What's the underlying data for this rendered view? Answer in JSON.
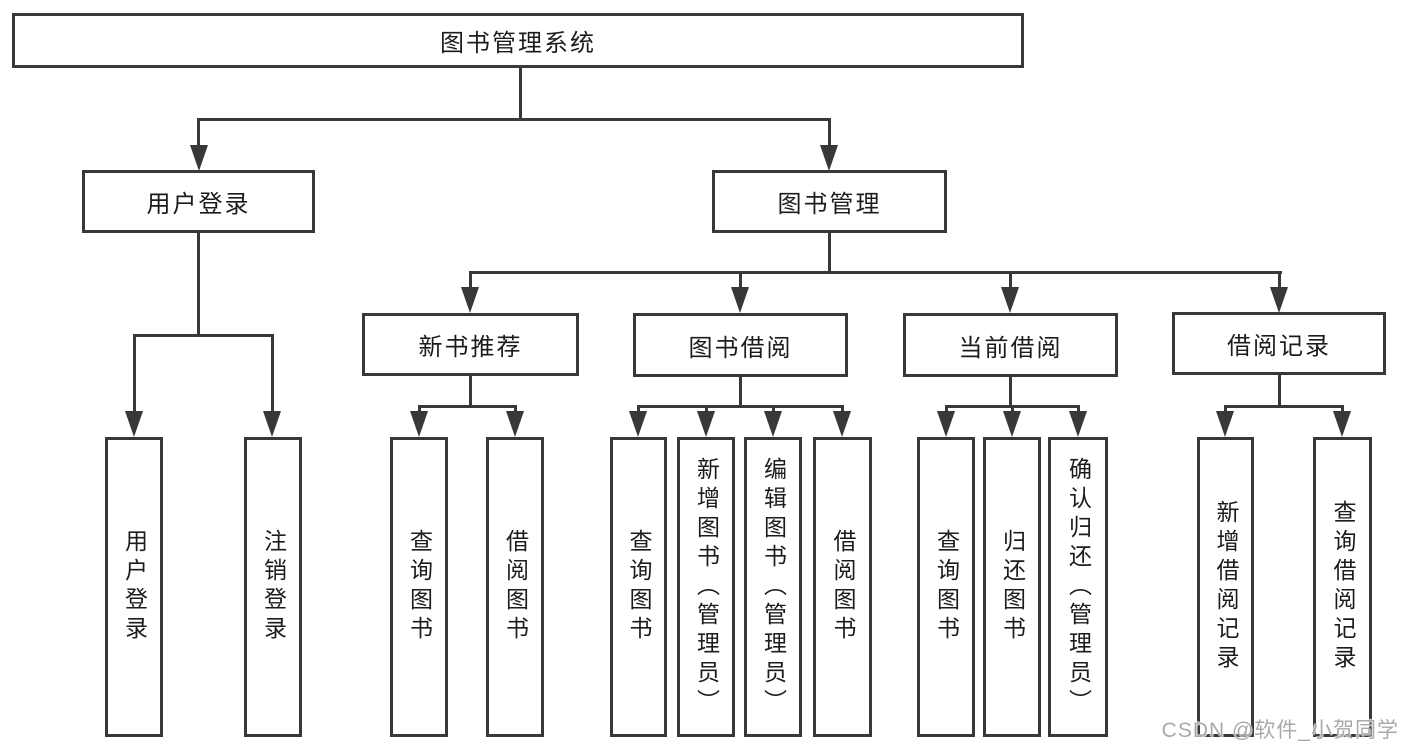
{
  "nodes": {
    "root": "图书管理系统",
    "user_login": "用户登录",
    "book_mgmt": "图书管理",
    "new_books": "新书推荐",
    "book_borrow": "图书借阅",
    "current_borrow": "当前借阅",
    "borrow_records": "借阅记录",
    "leaves": {
      "user_login": [
        "用户登录",
        "注销登录"
      ],
      "new_books": [
        "查询图书",
        "借阅图书"
      ],
      "book_borrow": [
        "查询图书",
        "新增图书（管理员）",
        "编辑图书（管理员）",
        "借阅图书"
      ],
      "current_borrow": [
        "查询图书",
        "归还图书",
        "确认归还（管理员）"
      ],
      "borrow_records": [
        "新增借阅记录",
        "查询借阅记录"
      ]
    }
  },
  "watermark": "CSDN @软件_小贺同学",
  "colors": {
    "line": "#383838",
    "text": "#1c1c1c",
    "watermark": "#a9a9a9",
    "background": "#ffffff"
  }
}
